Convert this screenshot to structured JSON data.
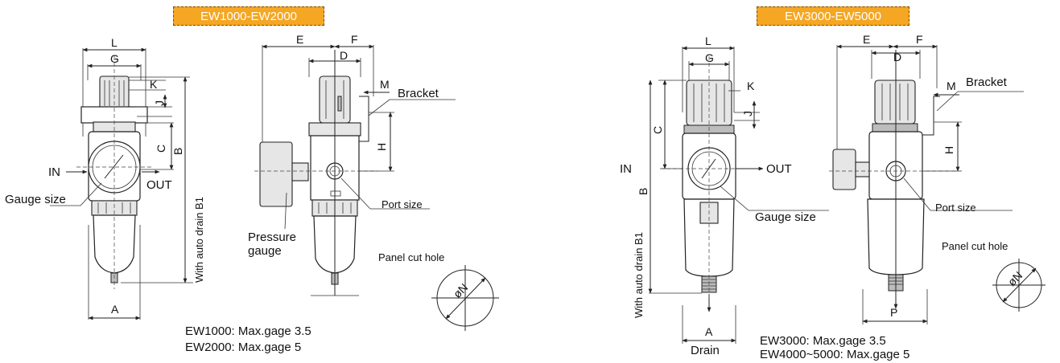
{
  "left": {
    "banner": "EW1000-EW2000",
    "dims": {
      "L": "L",
      "G": "G",
      "K": "K",
      "J": "J",
      "C": "C",
      "B": "B",
      "A": "A",
      "E": "E",
      "F": "F",
      "D": "D",
      "M": "M",
      "H": "H"
    },
    "labels": {
      "in": "IN",
      "out": "OUT",
      "gauge_size": "Gauge size",
      "auto_drain": "With auto drain B1",
      "bracket": "Bracket",
      "port_size": "Port size",
      "pressure_gauge_1": "Pressure",
      "pressure_gauge_2": "gauge",
      "panel_cut_hole": "Panel cut hole",
      "n": "N"
    },
    "notes": [
      "EW1000: Max.gage 3.5",
      "EW2000: Max.gage 5"
    ]
  },
  "right": {
    "banner": "EW3000-EW5000",
    "dims": {
      "L": "L",
      "G": "G",
      "K": "K",
      "J": "J",
      "C": "C",
      "B": "B",
      "A": "A",
      "E": "E",
      "F": "F",
      "D": "D",
      "M": "M",
      "H": "H",
      "P": "P"
    },
    "labels": {
      "in": "IN",
      "out": "OUT",
      "gauge_size": "Gauge size",
      "auto_drain": "With auto drain B1",
      "bracket": "Bracket",
      "port_size": "Port size",
      "panel_cut_hole": "Panel cut hole",
      "drain": "Drain",
      "n": "N"
    },
    "notes": [
      "EW3000: Max.gage 3.5",
      "EW4000~5000: Max.gage 5"
    ]
  },
  "colors": {
    "banner": "#f5a623",
    "line": "#222222",
    "fill": "#e6e6e6"
  }
}
